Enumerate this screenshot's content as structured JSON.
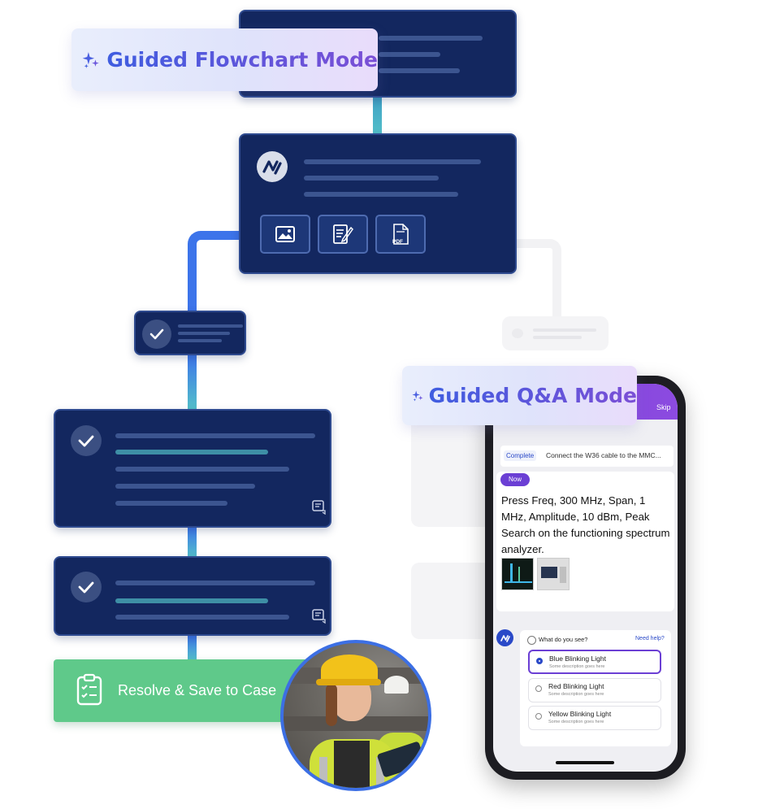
{
  "flowchart": {
    "mode_label": "Guided Flowchart Mode",
    "resolve_label": "Resolve & Save to Case",
    "tools": [
      "image-icon",
      "notes-icon",
      "pdf-icon"
    ],
    "pdf_text": "PDF"
  },
  "qa": {
    "mode_label": "Guided Q&A Mode",
    "skip_label": "Skip",
    "complete_badge": "Complete",
    "complete_step": "Connect the W36 cable to the MMC...",
    "now_badge": "Now",
    "instruction": "Press Freq, 300 MHz, Span, 1 MHz, Amplitude, 10 dBm, Peak Search on the functioning spectrum analyzer.",
    "question": "What do you see?",
    "help_link": "Need help?",
    "options": [
      {
        "title": "Blue Blinking Light",
        "desc": "Some description goes here",
        "selected": true
      },
      {
        "title": "Red Blinking Light",
        "desc": "Some description goes here",
        "selected": false
      },
      {
        "title": "Yellow Blinking Light",
        "desc": "Some description goes here",
        "selected": false
      }
    ]
  },
  "colors": {
    "card_navy": "#13275f",
    "resolve_green": "#5fc98a",
    "accent_purple": "#6b3fd4",
    "accent_blue": "#3f5de0"
  }
}
